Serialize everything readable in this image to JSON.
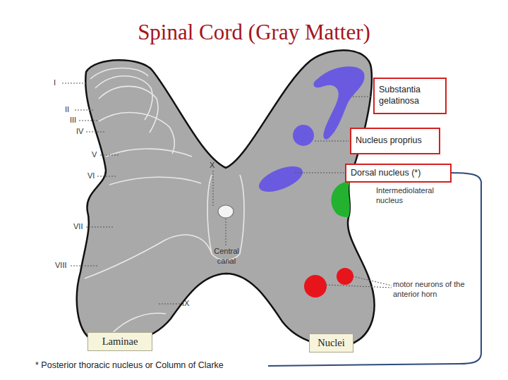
{
  "diagram": {
    "title": "Spinal Cord (Gray Matter)",
    "nodes": [
      {
        "text": [
          "Substantia gelatinosa"
        ]
      },
      {
        "text": [
          "Nucleus proprius"
        ]
      },
      {
        "text": [
          "Dorsal nucleus (*)"
        ]
      },
      {
        "text": [
          "Laminae"
        ]
      },
      {
        "text": [
          "Nuclei"
        ]
      }
    ],
    "labels": [
      "I",
      "II",
      "III",
      "IV",
      "V",
      "VI",
      "VII",
      "VIII",
      "IX",
      "X",
      "Central canal",
      "Intermediolateral nucleus",
      "motor neurons of the anterior horn",
      "* Posterior thoracic nucleus or Column of Clarke"
    ]
  }
}
